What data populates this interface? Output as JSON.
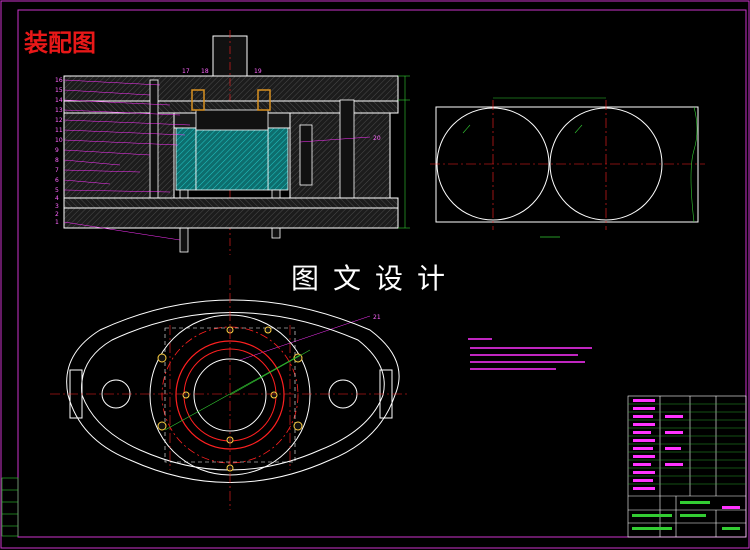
{
  "drawing_title": "装配图",
  "watermark": "图文设计",
  "colors": {
    "background": "#000000",
    "outline": "#ffffff",
    "frame": "#cc33cc",
    "centerline": "#ff2020",
    "hatch": "#3a3a3a",
    "leader": "#ff33ff",
    "dimension": "#33cc33",
    "cyan_part": "#19b4b4",
    "title_red": "#e81818",
    "title_block": "#33cc33"
  },
  "part_numbers": [
    "16",
    "15",
    "14",
    "13",
    "12",
    "11",
    "10",
    "9",
    "8",
    "7",
    "6",
    "5",
    "4",
    "3",
    "2",
    "1",
    "17",
    "18",
    "19",
    "20",
    "21"
  ]
}
